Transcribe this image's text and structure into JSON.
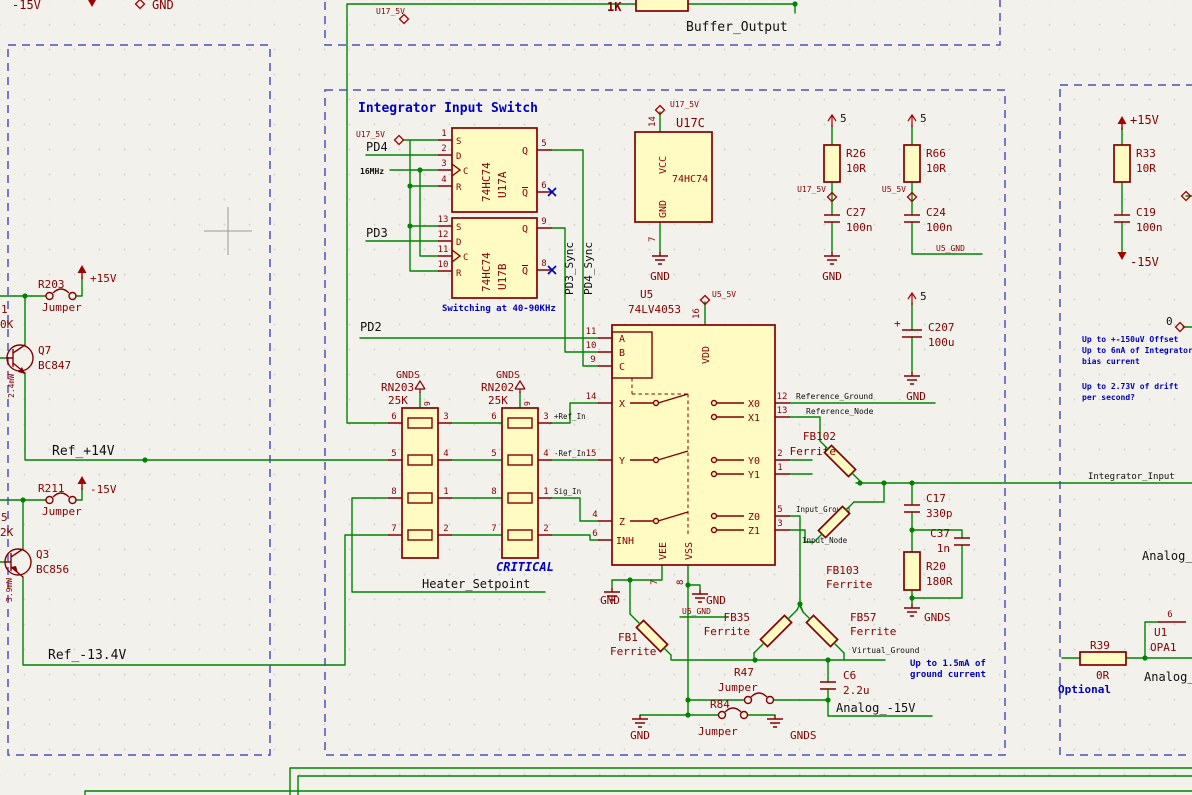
{
  "sheet_title": "Integrator Input Switch",
  "notes": {
    "switching": "Switching at 40-90KHz",
    "critical": "CRITICAL",
    "offset1": "Up to +-150uV Offset",
    "offset2": "Up to 6nA of Integrator",
    "offset3": "bias current",
    "drift1": "Up to 2.73V of drift",
    "drift2": "per second?",
    "gnd1": "Up to 1.5mA of",
    "gnd2": "ground current",
    "optional": "Optional"
  },
  "power": {
    "p15": "+15V",
    "n15": "-15V",
    "gnd": "GND",
    "gnds": "GNDS",
    "u17_5v": "U17_5V",
    "u5_5v": "U5_5V",
    "u5_gnd": "U5_GND",
    "five": "5",
    "zero": "0",
    "plus": "+"
  },
  "nets": {
    "buffer_output": "Buffer_Output",
    "pd2": "PD2",
    "pd3": "PD3",
    "pd4": "PD4",
    "pd3_sync": "PD3_Sync",
    "pd4_sync": "PD4_Sync",
    "mhz16": "16MHz",
    "ref_p14": "Ref_+14V",
    "ref_n134": "Ref_-13.4V",
    "heater": "Heater_Setpoint",
    "ref_in_p": "+Ref_In",
    "ref_in_n": "-Ref_In",
    "sig_in": "Sig_In",
    "reference_ground": "Reference_Ground",
    "reference_node": "Reference_Node",
    "input_ground": "Input_Ground",
    "input_node": "Input_Node",
    "integrator_input": "Integrator_Input",
    "virtual_ground": "Virtual_Ground",
    "analog_n15": "Analog_-15V",
    "analog_cut": "Analog_"
  },
  "components": {
    "r_top": {
      "value": "1K"
    },
    "r203": {
      "ref": "R203",
      "value": "Jumper"
    },
    "r211": {
      "ref": "R211",
      "value": "Jumper"
    },
    "r47": {
      "ref": "R47",
      "value": "Jumper"
    },
    "r84": {
      "ref": "R84",
      "value": "Jumper"
    },
    "q7": {
      "ref": "Q7",
      "value": "BC847",
      "power": "2.4mW"
    },
    "q3": {
      "ref": "Q3",
      "value": "BC856",
      "power": "3.9mW"
    },
    "rn203": {
      "ref": "RN203",
      "value": "25K"
    },
    "rn202": {
      "ref": "RN202",
      "value": "25K"
    },
    "u17a": {
      "ref": "U17A",
      "value": "74HC74"
    },
    "u17b": {
      "ref": "U17B",
      "value": "74HC74"
    },
    "u17c": {
      "ref": "U17C",
      "value": "74HC74"
    },
    "u5": {
      "ref": "U5",
      "value": "74LV4053"
    },
    "u1": {
      "ref": "U1",
      "value": "OPA1"
    },
    "r26": {
      "ref": "R26",
      "value": "10R"
    },
    "r66": {
      "ref": "R66",
      "value": "10R"
    },
    "r33": {
      "ref": "R33",
      "value": "10R"
    },
    "r20": {
      "ref": "R20",
      "value": "180R"
    },
    "r39": {
      "ref": "R39",
      "value": "0R"
    },
    "c27": {
      "ref": "C27",
      "value": "100n"
    },
    "c24": {
      "ref": "C24",
      "value": "100n"
    },
    "c19": {
      "ref": "C19",
      "value": "100n"
    },
    "c207": {
      "ref": "C207",
      "value": "100u"
    },
    "c17": {
      "ref": "C17",
      "value": "330p"
    },
    "c37": {
      "ref": "C37",
      "value": "1n"
    },
    "c6": {
      "ref": "C6",
      "value": "2.2u"
    },
    "fb1": {
      "ref": "FB1",
      "value": "Ferrite"
    },
    "fb35": {
      "ref": "FB35",
      "value": "Ferrite"
    },
    "fb57": {
      "ref": "FB57",
      "value": "Ferrite"
    },
    "fb102": {
      "ref": "FB102",
      "value": "Ferrite"
    },
    "fb103": {
      "ref": "FB103",
      "value": "Ferrite"
    }
  },
  "fragments": {
    "f1": "1",
    "f0k": "0K",
    "f5": "5",
    "f2k": "2K"
  },
  "pins": {
    "p1": "1",
    "p2": "2",
    "p3": "3",
    "p4": "4",
    "p5": "5",
    "p6": "6",
    "p7": "7",
    "p8": "8",
    "p9": "9",
    "p10": "10",
    "p11": "11",
    "p12": "12",
    "p13": "13",
    "p14": "14",
    "p15": "15",
    "p16": "16"
  },
  "pin_names": {
    "d": "D",
    "c": "C",
    "s": "S",
    "r": "R",
    "q": "Q",
    "vcc": "VCC",
    "vdd": "VDD",
    "vee": "VEE",
    "vss": "VSS",
    "gnd": "GND",
    "a": "A",
    "b": "B",
    "x": "X",
    "y": "Y",
    "z": "Z",
    "inh": "INH",
    "x0": "X0",
    "x1": "X1",
    "y0": "Y0",
    "y1": "Y1",
    "z0": "Z0",
    "z1": "Z1"
  }
}
